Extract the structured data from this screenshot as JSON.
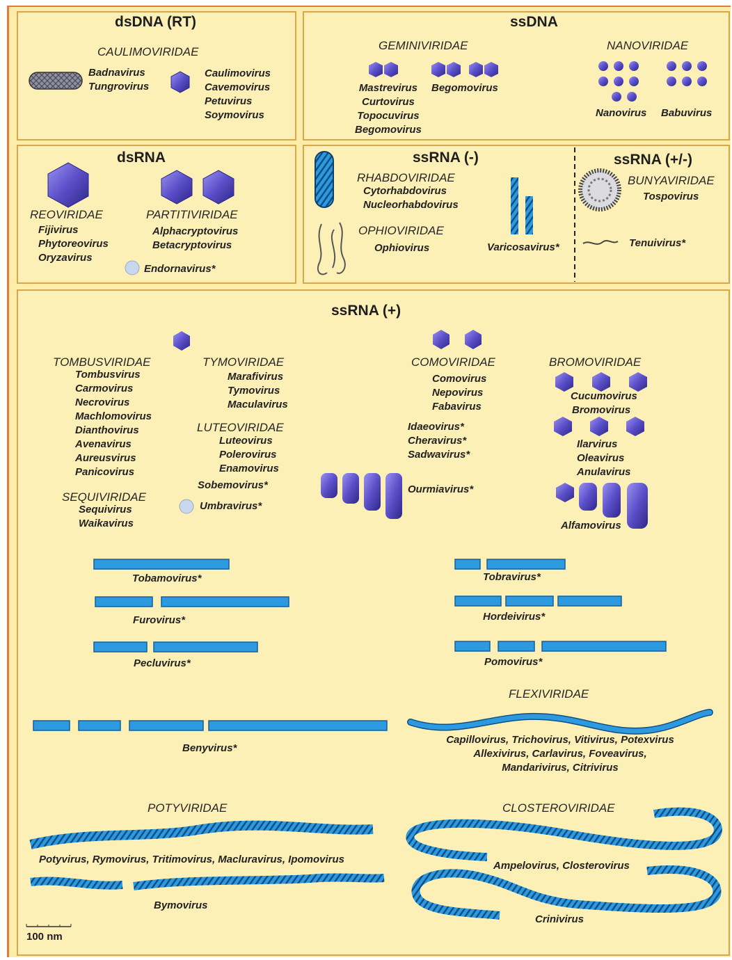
{
  "sections": {
    "dsdna_rt": "dsDNA (RT)",
    "ssdna": "ssDNA",
    "dsrna": "dsRNA",
    "ssrna_neg": "ssRNA (-)",
    "ssrna_pm": "ssRNA (+/-)",
    "ssrna_pos": "ssRNA (+)"
  },
  "families": {
    "caulimoviridae": "CAULIMOVIRIDAE",
    "geminiviridae": "GEMINIVIRIDAE",
    "nanoviridae": "NANOVIRIDAE",
    "reoviridae": "REOVIRIDAE",
    "partitiviridae": "PARTITIVIRIDAE",
    "rhabdoviridae": "RHABDOVIRIDAE",
    "ophioviridae": "OPHIOVIRIDAE",
    "bunyaviridae": "BUNYAVIRIDAE",
    "tombusviridae": "TOMBUSVIRIDAE",
    "sequiviridae": "SEQUIVIRIDAE",
    "tymoviridae": "TYMOVIRIDAE",
    "luteoviridae": "LUTEOVIRIDAE",
    "comoviridae": "COMOVIRIDAE",
    "bromoviridae": "BROMOVIRIDAE",
    "flexiviridae": "FLEXIVIRIDAE",
    "potyviridae": "POTYVIRIDAE",
    "closteroviridae": "CLOSTEROVIRIDAE"
  },
  "genera": {
    "badnavirus": "Badnavirus",
    "tungrovirus": "Tungrovirus",
    "caulimo": [
      "Caulimovirus",
      "Cavemovirus",
      "Petuvirus",
      "Soymovirus"
    ],
    "gemini_left": [
      "Mastrevirus",
      "Curtovirus",
      "Topocuvirus",
      "Begomovirus"
    ],
    "begomovirus": "Begomovirus",
    "nanovirus": "Nanovirus",
    "babuvirus": "Babuvirus",
    "reo": [
      "Fijivirus",
      "Phytoreovirus",
      "Oryzavirus"
    ],
    "partiti": [
      "Alphacryptovirus",
      "Betacryptovirus"
    ],
    "endornavirus": "Endornavirus*",
    "rhabdo": [
      "Cytorhabdovirus",
      "Nucleorhabdovirus"
    ],
    "ophiovirus": "Ophiovirus",
    "varicosavirus": "Varicosavirus*",
    "tospovirus": "Tospovirus",
    "tenuivirus": "Tenuivirus*",
    "tombus": [
      "Tombusvirus",
      "Carmovirus",
      "Necrovirus",
      "Machlomovirus",
      "Dianthovirus",
      "Avenavirus",
      "Aureusvirus",
      "Panicovirus"
    ],
    "sequi": [
      "Sequivirus",
      "Waikavirus"
    ],
    "tymo": [
      "Marafivirus",
      "Tymovirus",
      "Maculavirus"
    ],
    "luteo": [
      "Luteovirus",
      "Polerovirus",
      "Enamovirus"
    ],
    "sobemovirus": "Sobemovirus*",
    "umbravirus": "Umbravirus*",
    "como": [
      "Comovirus",
      "Nepovirus",
      "Fabavirus"
    ],
    "como_unassigned": [
      "Idaeovirus*",
      "Cheravirus*",
      "Sadwavirus*"
    ],
    "ourmiavirus": "Ourmiavirus*",
    "bromo_a": [
      "Cucumovirus",
      "Bromovirus"
    ],
    "bromo_b": [
      "Ilarvirus",
      "Oleavirus",
      "Anulavirus"
    ],
    "alfamovirus": "Alfamovirus",
    "tobamovirus": "Tobamovirus*",
    "furovirus": "Furovirus*",
    "pecluvirus": "Pecluvirus*",
    "tobravirus": "Tobravirus*",
    "hordeivirus": "Hordeivirus*",
    "pomovirus": "Pomovirus*",
    "benyvirus": "Benyvirus*",
    "flexi": [
      "Capillovirus, Trichovirus, Vitivirus, Potexvirus",
      "Allexivirus, Carlavirus, Foveavirus,",
      "Mandarivirus, Citrivirus"
    ],
    "poty": "Potyvirus, Rymovirus, Tritimovirus, Macluravirus, Ipomovirus",
    "bymovirus": "Bymovirus",
    "ampelo": "Ampelovirus, Closterovirus",
    "crinivirus": "Crinivirus"
  },
  "scale_bar": "100 nm",
  "colors": {
    "frame": "#e07a42",
    "panel": "#fdf0b6",
    "particle": "#5a4fc8",
    "rod": "#2d9ae0"
  }
}
